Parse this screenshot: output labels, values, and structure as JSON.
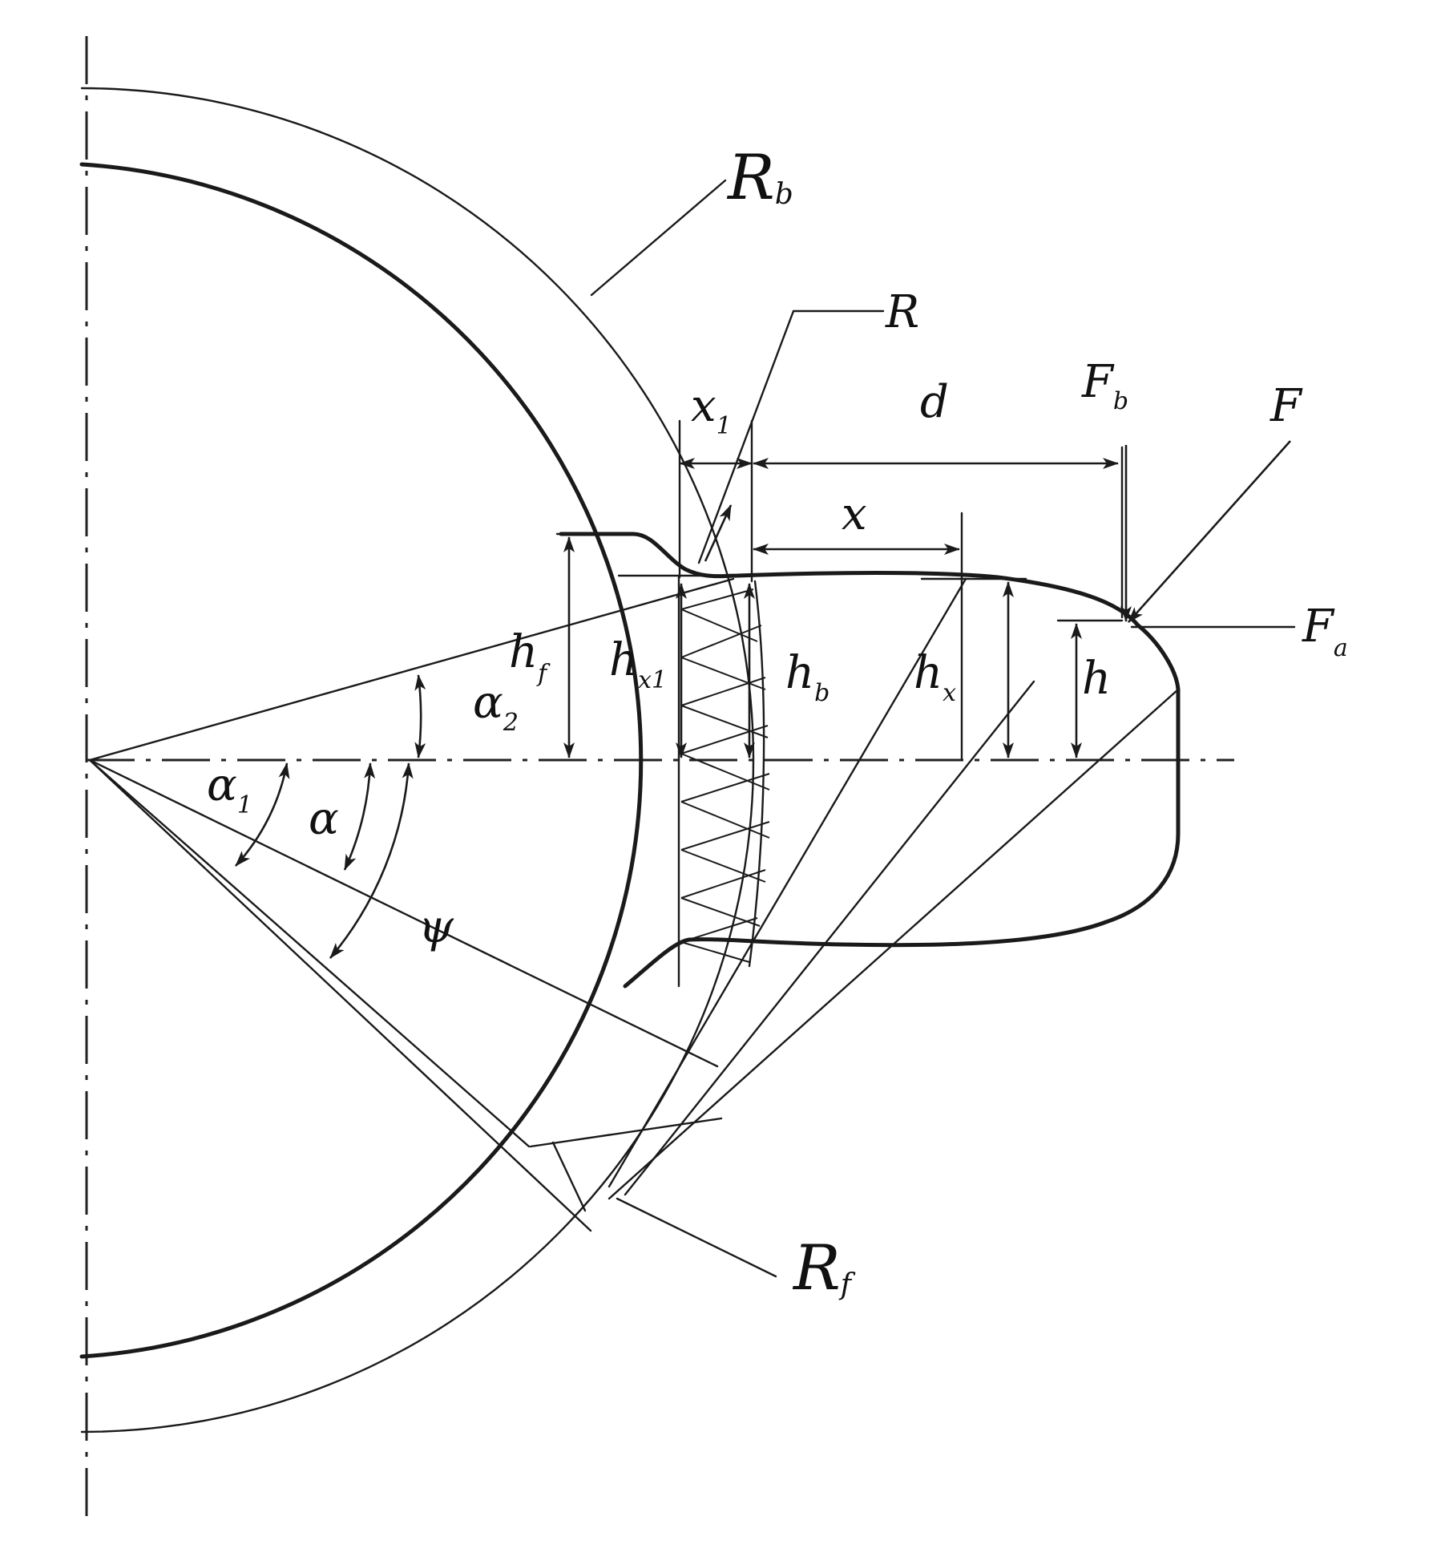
{
  "labels": {
    "Rb": {
      "main": "R",
      "sub": "b"
    },
    "R": {
      "main": "R"
    },
    "Rf": {
      "main": "R",
      "sub": "f"
    },
    "x1": {
      "main": "x",
      "sub": "1"
    },
    "d": {
      "main": "d"
    },
    "Fb": {
      "main": "F",
      "sub": "b"
    },
    "F": {
      "main": "F"
    },
    "Fa": {
      "main": "F",
      "sub": "a"
    },
    "x": {
      "main": "x"
    },
    "hf": {
      "main": "h",
      "sub": "f"
    },
    "hx1": {
      "main": "h",
      "sub": "x1"
    },
    "hb": {
      "main": "h",
      "sub": "b"
    },
    "hx": {
      "main": "h",
      "sub": "x"
    },
    "h": {
      "main": "h"
    },
    "alpha2": {
      "main": "α",
      "sub": "2"
    },
    "alpha1": {
      "main": "α",
      "sub": "1"
    },
    "alpha": {
      "main": "α"
    },
    "psi": {
      "main": "ψ"
    }
  },
  "colors": {
    "ink": "#1a1a1a",
    "background": "#ffffff"
  }
}
